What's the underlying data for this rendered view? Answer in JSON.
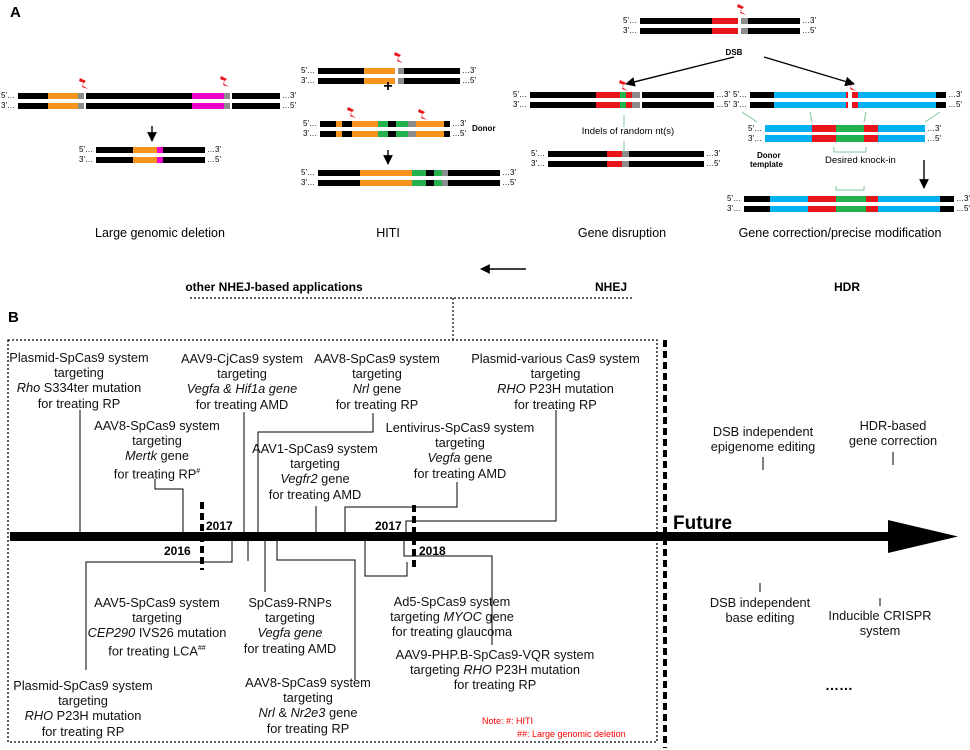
{
  "panel_a": {
    "label": "A",
    "five_prime": "5'…",
    "three_prime": "3'…",
    "end_3": "…3'",
    "end_5": "…5'",
    "plus": "+",
    "donor": "Donor",
    "dsb": "DSB",
    "indels": "Indels of random nt(s)",
    "donor_template_1": "Donor",
    "donor_template_2": "template",
    "desired_knockin": "Desired knock-in",
    "titles": {
      "deletion": "Large genomic deletion",
      "hiti": "HITI",
      "disruption": "Gene disruption",
      "correction": "Gene correction/precise modification"
    },
    "categories": {
      "other": "other NHEJ-based applications",
      "nhej": "NHEJ",
      "hdr": "HDR"
    }
  },
  "panel_b": {
    "label": "B",
    "years": {
      "y2016": "2016",
      "y2017a": "2017",
      "y2017b": "2017",
      "y2018": "2018"
    },
    "future": "Future",
    "ellipsis": "……",
    "note_1": "Note: #:   HITI",
    "note_2": "##: Large genomic deletion",
    "above": {
      "rho_s334": [
        "Plasmid-SpCas9 system",
        "targeting",
        "Rho",
        " S334ter mutation",
        "for treating RP"
      ],
      "mertk": [
        "AAV8-SpCas9 system",
        "targeting",
        "Mertk",
        " gene",
        "for treating RP",
        "#"
      ],
      "cjcas9": [
        "AAV9-CjCas9 system",
        "targeting",
        "Vegfa & Hif1a gene",
        "for treating AMD"
      ],
      "nrl": [
        "AAV8-SpCas9 system",
        "targeting",
        "Nrl",
        " gene",
        "for treating RP"
      ],
      "vegfr2": [
        "AAV1-SpCas9 system",
        "targeting",
        "Vegfr2",
        " gene",
        "for treating AMD"
      ],
      "lenti": [
        "Lentivirus-SpCas9 system",
        "targeting",
        "Vegfa",
        " gene",
        "for treating AMD"
      ],
      "various": [
        "Plasmid-various Cas9 system",
        "targeting",
        "RHO",
        " P23H mutation",
        "for treating RP"
      ]
    },
    "below": {
      "cep290": [
        "AAV5-SpCas9 system",
        "targeting",
        "CEP290",
        " IVS26 mutation",
        "for treating LCA",
        "##"
      ],
      "rho_p23h": [
        "Plasmid-SpCas9 system",
        "targeting",
        "RHO",
        " P23H mutation",
        "for treating RP"
      ],
      "rnps": [
        "SpCas9-RNPs",
        "targeting",
        "Vegfa gene",
        "for treating AMD"
      ],
      "nrl_nr2e3": [
        "AAV8-SpCas9 system",
        "targeting",
        "Nrl",
        " & ",
        "Nr2e3",
        " gene",
        "for treating RP"
      ],
      "myoc": [
        "Ad5-SpCas9 system",
        "targeting ",
        "MYOC",
        " gene",
        "for treating glaucoma"
      ],
      "vqr": [
        "AAV9-PHP.B-SpCas9-VQR system",
        "targeting ",
        "RHO",
        " P23H mutation",
        "for treating RP"
      ]
    },
    "future_items": {
      "epigenome": [
        "DSB independent",
        "epigenome editing"
      ],
      "hdr_corr": [
        "HDR-based",
        "gene correction"
      ],
      "base": [
        "DSB independent",
        "base editing"
      ],
      "inducible": [
        "Inducible CRISPR",
        "system"
      ]
    }
  },
  "colors": {
    "orange": "#f7941d",
    "magenta": "#ec00c8",
    "red": "#e8161b",
    "green": "#22b14c",
    "blue": "#00b0f0",
    "gray": "#8c8c8c",
    "note_red": "#ff0000"
  }
}
